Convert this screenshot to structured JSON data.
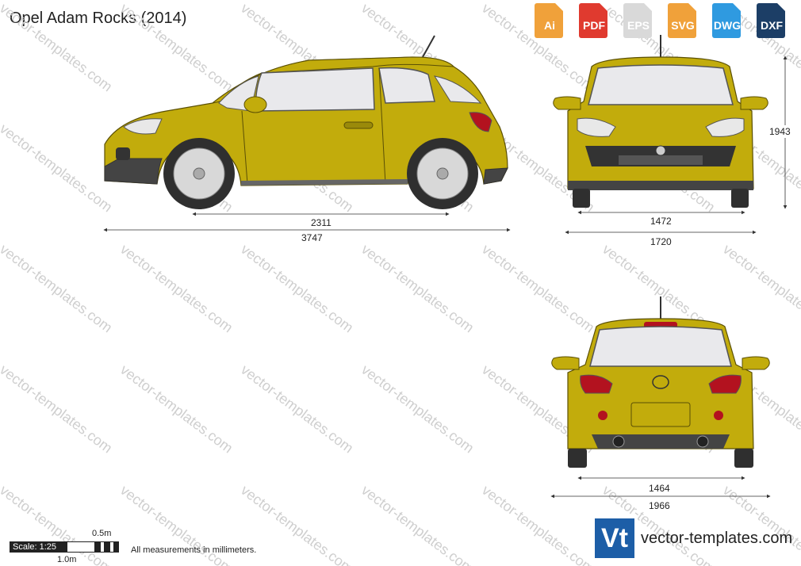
{
  "title": "Opel Adam Rocks (2014)",
  "watermark": "vector-templates.com",
  "formats": [
    {
      "label": "Ai",
      "color": "#f0a13a"
    },
    {
      "label": "PDF",
      "color": "#e03a2f"
    },
    {
      "label": "EPS",
      "color": "#d9d9d9"
    },
    {
      "label": "SVG",
      "color": "#f0a13a"
    },
    {
      "label": "DWG",
      "color": "#2f9ae0"
    },
    {
      "label": "DXF",
      "color": "#1c3e66"
    }
  ],
  "dimensions": {
    "wheelbase": "2311",
    "length": "3747",
    "height": "1943",
    "front_track": "1472",
    "width": "1720",
    "rear_track": "1464",
    "width_mirrors": "1966"
  },
  "scale": {
    "label": "Scale: 1:25",
    "half": "0.5m",
    "full": "1.0m"
  },
  "note": "All measurements in millimeters.",
  "logo": {
    "mark": "Vt",
    "site": "vector-templates.com"
  },
  "colors": {
    "body": "#c2ac0c",
    "body_dark": "#8c7c08",
    "glass": "#e9e9ec",
    "tail": "#b3121f"
  }
}
